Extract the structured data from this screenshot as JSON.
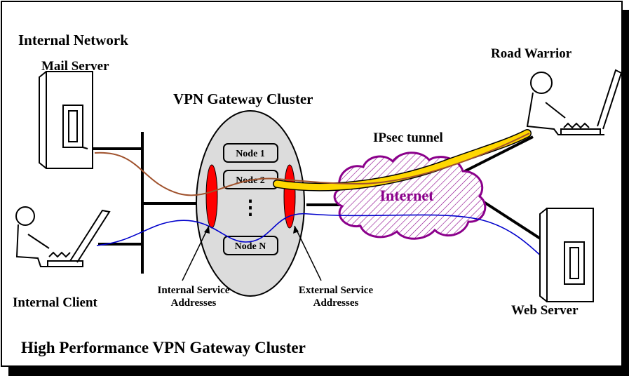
{
  "labels": {
    "internal_network": "Internal Network",
    "mail_server": "Mail Server",
    "vpn_gateway_cluster": "VPN Gateway Cluster",
    "road_warrior": "Road Warrior",
    "ipsec_tunnel": "IPsec tunnel",
    "internet": "Internet",
    "internal_client": "Internal Client",
    "web_server": "Web Server",
    "internal_service_line1": "Internal Service",
    "internal_service_line2": "Addresses",
    "external_service_line1": "External Service",
    "external_service_line2": "Addresses",
    "footer_title": "High Performance VPN Gateway Cluster"
  },
  "nodes": [
    "Node 1",
    "Node 2",
    "Node N"
  ],
  "ellipsis": "⋮",
  "colors": {
    "cluster_fill": "#dcdcdc",
    "service_address": "#ff0000",
    "mail_path": "#a0522d",
    "client_path": "#0000cc",
    "tunnel": "#ffd700",
    "internet_cloud": "#8b008b"
  },
  "icons": {
    "mail_server": "server-icon",
    "web_server": "server-icon",
    "internal_client": "user-at-computer-icon",
    "road_warrior": "user-at-laptop-icon",
    "internet": "cloud-icon"
  }
}
